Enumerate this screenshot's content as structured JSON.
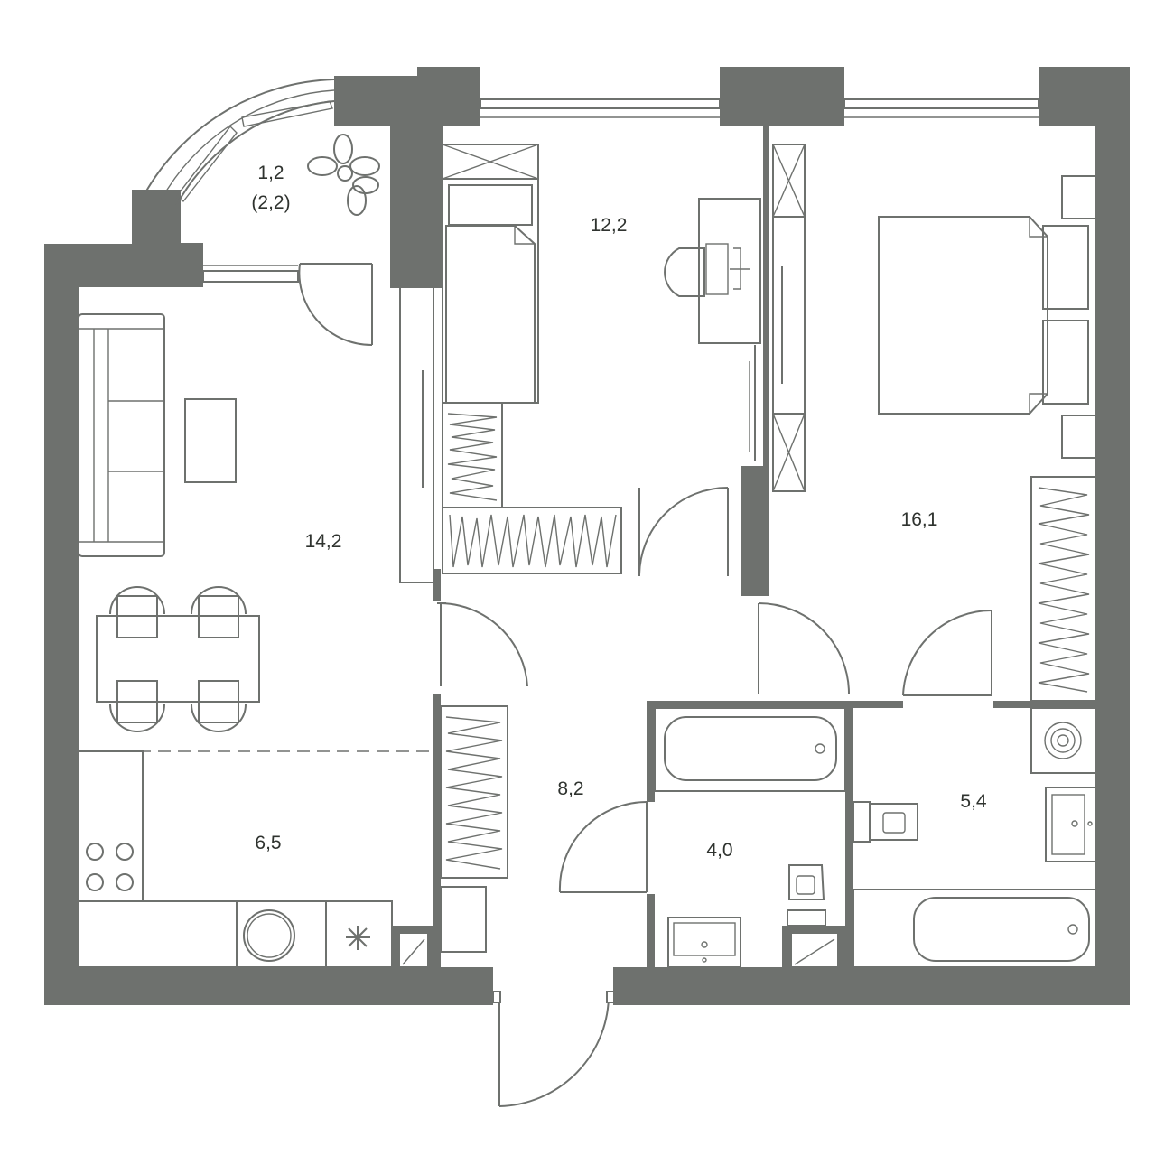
{
  "rooms": {
    "balcony_area": "1,2",
    "balcony_area_full": "(2,2)",
    "bedroom_small": "12,2",
    "living_room": "14,2",
    "bedroom_large": "16,1",
    "kitchen": "6,5",
    "hall": "8,2",
    "bathroom_1": "4,0",
    "bathroom_2": "5,4"
  },
  "colors": {
    "wall": "#6e716e",
    "line": "#6e716e",
    "background": "#ffffff"
  }
}
